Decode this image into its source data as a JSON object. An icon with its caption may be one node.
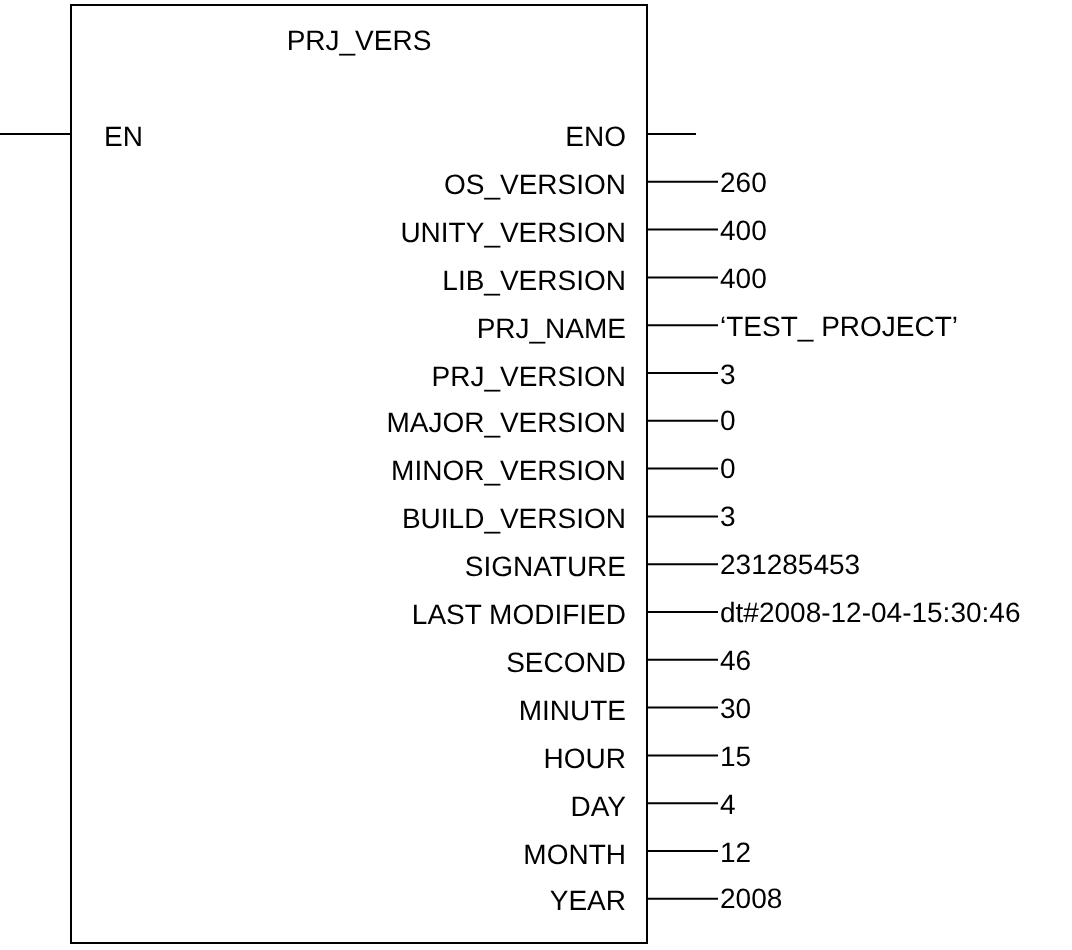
{
  "diagram": {
    "nodes": [
      {
        "text": [
          "PRJ_VERS"
        ]
      },
      {
        "text": [
          "EN"
        ],
        "in": 0
      },
      {
        "text": [
          "ENO"
        ],
        "in": 0
      },
      {
        "text": [
          "OS_VERSION"
        ],
        "in": 0
      },
      {
        "text": [
          "UNITY_VERSION"
        ],
        "in": 0
      },
      {
        "text": [
          "LIB_VERSION"
        ],
        "in": 0
      },
      {
        "text": [
          "PRJ_NAME"
        ],
        "in": 0
      },
      {
        "text": [
          "PRJ_VERSION"
        ],
        "in": 0
      },
      {
        "text": [
          "MAJOR_VERSION"
        ],
        "in": 0
      },
      {
        "text": [
          "MINOR_VERSION"
        ],
        "in": 0
      },
      {
        "text": [
          "BUILD_VERSION"
        ],
        "in": 0
      },
      {
        "text": [
          "SIGNATURE"
        ],
        "in": 0
      },
      {
        "text": [
          "LAST MODIFIED"
        ],
        "in": 0
      },
      {
        "text": [
          "SECOND"
        ],
        "in": 0
      },
      {
        "text": [
          "MINUTE"
        ],
        "in": 0
      },
      {
        "text": [
          "HOUR"
        ],
        "in": 0
      },
      {
        "text": [
          "DAY"
        ],
        "in": 0
      },
      {
        "text": [
          "MONTH"
        ],
        "in": 0
      },
      {
        "text": [
          "YEAR"
        ],
        "in": 0
      },
      {
        "text": [
          "260"
        ]
      },
      {
        "text": [
          "400"
        ]
      },
      {
        "text": [
          "400"
        ]
      },
      {
        "text": [
          "‘TEST_ PROJECT’"
        ]
      },
      {
        "text": [
          "3"
        ]
      },
      {
        "text": [
          "0"
        ]
      },
      {
        "text": [
          "0"
        ]
      },
      {
        "text": [
          "3"
        ]
      },
      {
        "text": [
          "231285453"
        ]
      },
      {
        "text": [
          "dt#2008-12-04-15:30:46"
        ]
      },
      {
        "text": [
          "46"
        ]
      },
      {
        "text": [
          "30"
        ]
      },
      {
        "text": [
          "15"
        ]
      },
      {
        "text": [
          "4"
        ]
      },
      {
        "text": [
          "12"
        ]
      },
      {
        "text": [
          "2008"
        ]
      }
    ],
    "edges": [
      {
        "from": null,
        "to": 1,
        "arrow": "none"
      },
      {
        "from": 2,
        "to": null,
        "arrow": "none"
      },
      {
        "from": 3,
        "to": 19,
        "arrow": "none"
      },
      {
        "from": 4,
        "to": 20,
        "arrow": "none"
      },
      {
        "from": 5,
        "to": 21,
        "arrow": "none"
      },
      {
        "from": 6,
        "to": 22,
        "arrow": "none"
      },
      {
        "from": 7,
        "to": 23,
        "arrow": "none"
      },
      {
        "from": 8,
        "to": 24,
        "arrow": "none"
      },
      {
        "from": 9,
        "to": 25,
        "arrow": "none"
      },
      {
        "from": 10,
        "to": 26,
        "arrow": "none"
      },
      {
        "from": 11,
        "to": 27,
        "arrow": "none"
      },
      {
        "from": 12,
        "to": 28,
        "arrow": "none"
      },
      {
        "from": 13,
        "to": 29,
        "arrow": "none"
      },
      {
        "from": 14,
        "to": 30,
        "arrow": "none"
      },
      {
        "from": 15,
        "to": 31,
        "arrow": "none"
      },
      {
        "from": 16,
        "to": 32,
        "arrow": "none"
      },
      {
        "from": 17,
        "to": 33,
        "arrow": "none"
      },
      {
        "from": 18,
        "to": 34,
        "arrow": "none"
      }
    ]
  }
}
